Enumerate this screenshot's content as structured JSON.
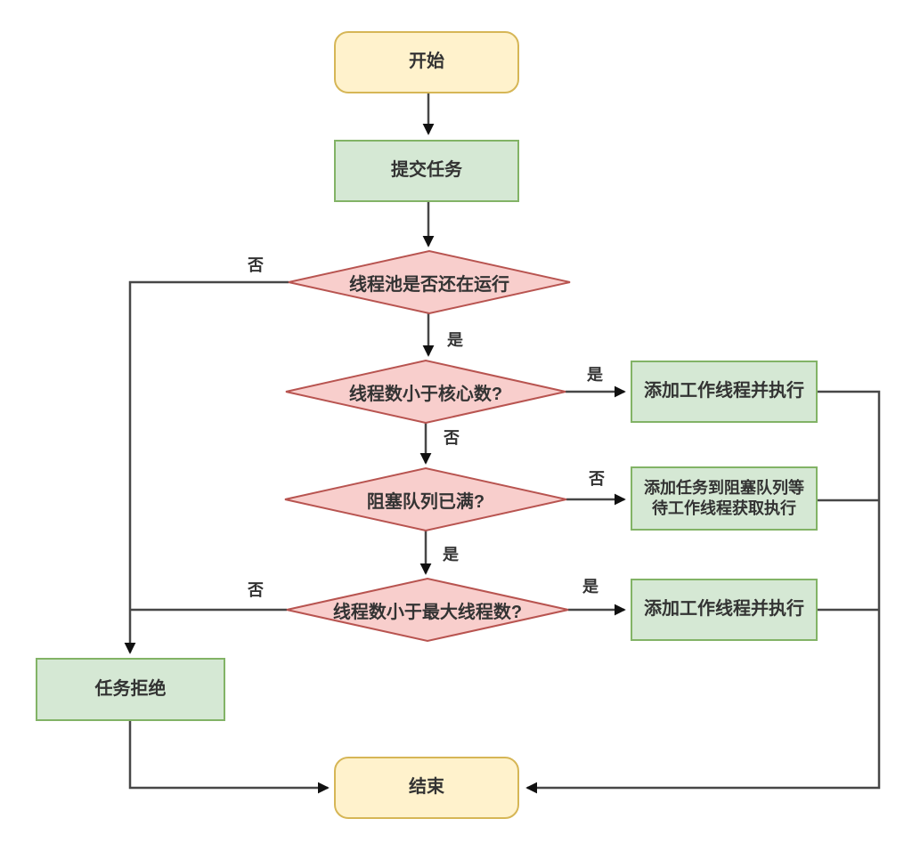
{
  "diagram": {
    "type": "flowchart",
    "colors": {
      "background": "#ffffff",
      "terminal_fill": "#FFF2CC",
      "terminal_border": "#D6B656",
      "process_fill": "#D5E8D4",
      "process_border": "#82B366",
      "decision_fill": "#F8CECC",
      "decision_border": "#B85450",
      "line": "#474747",
      "arrowhead": "#111111",
      "text": "#333333"
    },
    "nodes": {
      "start": {
        "type": "terminal",
        "label": "开始"
      },
      "submit": {
        "type": "process",
        "label": "提交任务"
      },
      "check_running": {
        "type": "decision",
        "label": "线程池是否还在运行"
      },
      "check_core": {
        "type": "decision",
        "label": "线程数小于核心数?"
      },
      "check_queue": {
        "type": "decision",
        "label": "阻塞队列已满?"
      },
      "check_max": {
        "type": "decision",
        "label": "线程数小于最大线程数?"
      },
      "add_worker_core": {
        "type": "process",
        "label": "添加工作线程并执行"
      },
      "enqueue_task": {
        "type": "process",
        "label": "添加任务到阻塞队列等待工作线程获取执行"
      },
      "add_worker_max": {
        "type": "process",
        "label": "添加工作线程并执行"
      },
      "reject": {
        "type": "process",
        "label": "任务拒绝"
      },
      "end": {
        "type": "terminal",
        "label": "结束"
      }
    },
    "edge_labels": {
      "yes": "是",
      "no": "否"
    }
  }
}
